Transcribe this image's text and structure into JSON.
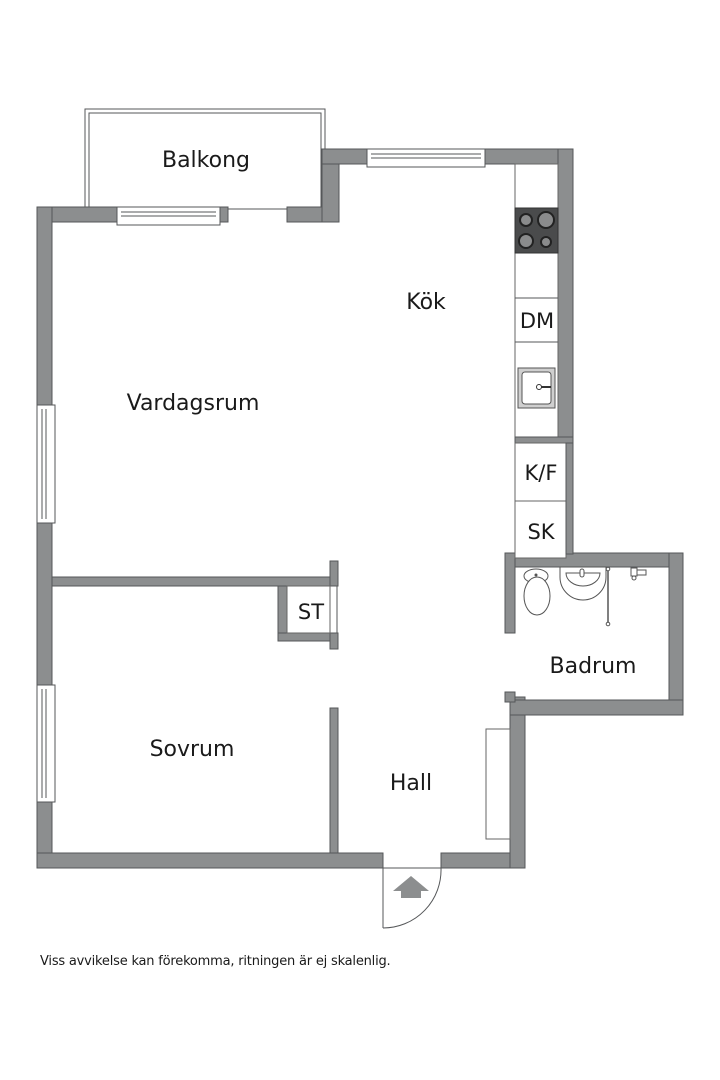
{
  "rooms": {
    "balkong": "Balkong",
    "kok": "Kök",
    "vardagsrum": "Vardagsrum",
    "sovrum": "Sovrum",
    "hall": "Hall",
    "badrum": "Badrum"
  },
  "units": {
    "dishwasher": "DM",
    "fridge_freezer": "K/F",
    "wardrobe_kitchen": "SK",
    "storage": "ST"
  },
  "icons": {
    "entrance": "entrance-arrow-icon",
    "stove": "stove-icon",
    "sink": "kitchen-sink-icon",
    "toilet": "toilet-icon",
    "washbasin": "washbasin-icon",
    "shower": "shower-icon"
  },
  "colors": {
    "wall": "#8c8e8f",
    "outline": "#555759",
    "stove": "#4a4b4c",
    "background": "#ffffff"
  },
  "footnote": "Viss avvikelse kan förekomma, ritningen är ej skalenlig."
}
